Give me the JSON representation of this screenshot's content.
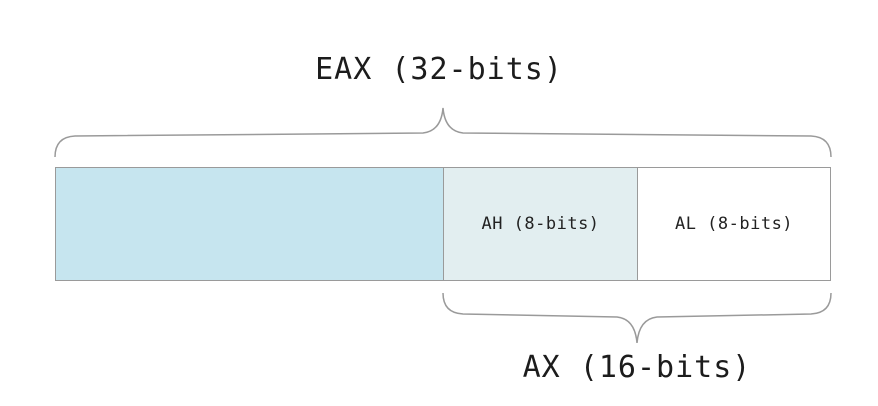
{
  "diagram": {
    "eax_label": "EAX (32-bits)",
    "ax_label": "AX (16-bits)",
    "segments": {
      "upper": "",
      "ah": "AH (8-bits)",
      "al": "AL (8-bits)"
    },
    "colors": {
      "upper_fill": "#c6e5ef",
      "ah_fill": "#e2eef0",
      "al_fill": "#ffffff",
      "outline": "#9a9a9a",
      "text": "#1c1c1c"
    }
  }
}
